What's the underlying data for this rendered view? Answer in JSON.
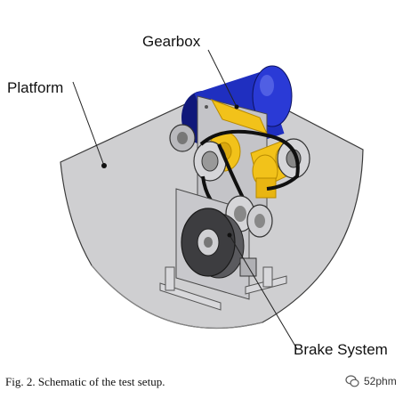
{
  "figure": {
    "labels": {
      "gearbox": "Gearbox",
      "platform": "Platform",
      "brake_system": "Brake System"
    },
    "caption": "Fig. 2.  Schematic of the test setup.",
    "watermark": "52phm",
    "colors": {
      "platform_fill": "#cfcfd1",
      "platform_stroke": "#3a3a3a",
      "motor_blue": "#1f2fc0",
      "motor_blue_dark": "#10187a",
      "gear_yellow": "#f2c21a",
      "gear_yellow_dark": "#b88a00",
      "plate_grey": "#c4c4c8",
      "disk_dark": "#3d3d40",
      "belt_black": "#101010"
    }
  }
}
